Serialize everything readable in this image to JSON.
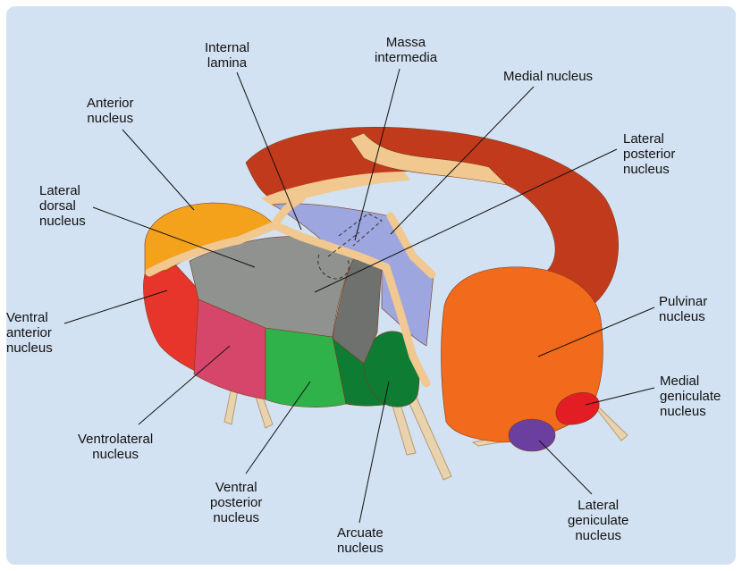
{
  "colors": {
    "background": "#d3e2f2",
    "medial_nucleus": "#c23a1c",
    "pulvinar": "#f26a1b",
    "lateral_dorsal": "#f4a21c",
    "center_gray": "#8f928f",
    "medial_blue": "#9ea6e0",
    "ventral_anterior": "#e8352c",
    "ventrolateral": "#d6466a",
    "ventral_posterior": "#2fb24a",
    "arcuate": "#0f7c34",
    "medial_geniculate": "#e31d24",
    "lateral_geniculate": "#6a3fa0",
    "lamina": "#f0c890"
  },
  "labels": {
    "internal_lamina": [
      "Internal",
      "lamina"
    ],
    "massa_intermedia": [
      "Massa",
      "intermedia"
    ],
    "medial_nucleus": [
      "Medial nucleus"
    ],
    "anterior_nucleus": [
      "Anterior",
      "nucleus"
    ],
    "lateral_posterior_nucleus": [
      "Lateral",
      "posterior",
      "nucleus"
    ],
    "lateral_dorsal_nucleus": [
      "Lateral",
      "dorsal",
      "nucleus"
    ],
    "ventral_anterior_nucleus": [
      "Ventral",
      "anterior",
      "nucleus"
    ],
    "pulvinar_nucleus": [
      "Pulvinar",
      "nucleus"
    ],
    "medial_geniculate_nucleus": [
      "Medial",
      "geniculate",
      "nucleus"
    ],
    "ventrolateral_nucleus": [
      "Ventrolateral",
      "nucleus"
    ],
    "ventral_posterior_nucleus": [
      "Ventral",
      "posterior",
      "nucleus"
    ],
    "arcuate_nucleus": [
      "Arcuate",
      "nucleus"
    ],
    "lateral_geniculate_nucleus": [
      "Lateral",
      "geniculate",
      "nucleus"
    ]
  }
}
